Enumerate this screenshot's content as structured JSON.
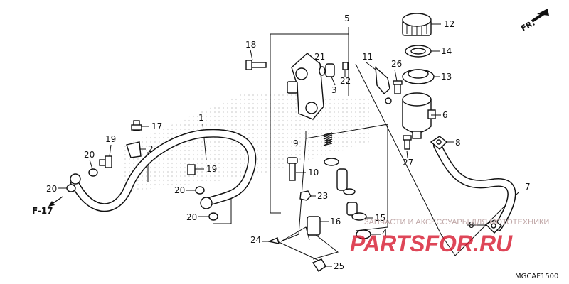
{
  "diagram": {
    "code": "MGCAF1500",
    "forward_label": "FR.",
    "frame_ref": "F-17",
    "part_numbers": [
      "1",
      "2",
      "3",
      "4",
      "5",
      "6",
      "7",
      "8",
      "8",
      "9",
      "10",
      "11",
      "12",
      "13",
      "14",
      "15",
      "16",
      "17",
      "18",
      "19",
      "19",
      "20",
      "20",
      "20",
      "20",
      "21",
      "22",
      "23",
      "24",
      "25",
      "26",
      "27"
    ],
    "watermark": {
      "text": "ЗАПЧАСТИ И АКСЕССУАРЫ ДЛЯ МОТОТЕХНИКИ",
      "logo": "PARTSFOR.RU"
    }
  }
}
